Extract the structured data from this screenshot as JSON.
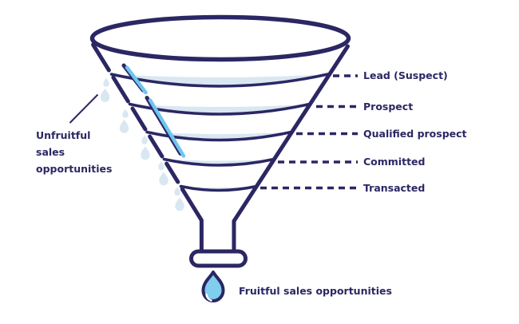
{
  "colors": {
    "navy": "#2b2763",
    "sky": "#6ec6ef",
    "pale": "#d9e7f2",
    "dropfill": "#7fceee",
    "bg": "#ffffff"
  },
  "funnel": {
    "stages": [
      {
        "label": "Lead (Suspect)"
      },
      {
        "label": "Prospect"
      },
      {
        "label": "Qualified prospect"
      },
      {
        "label": "Committed"
      },
      {
        "label": "Transacted"
      }
    ]
  },
  "annotations": {
    "unfruitful": {
      "lines": [
        "Unfruitful",
        "sales",
        "opportunities"
      ]
    },
    "fruitful": {
      "label": "Fruitful sales opportunities"
    }
  },
  "icons": {
    "leak_drop": "droplet-icon",
    "output_drop": "droplet-icon"
  }
}
